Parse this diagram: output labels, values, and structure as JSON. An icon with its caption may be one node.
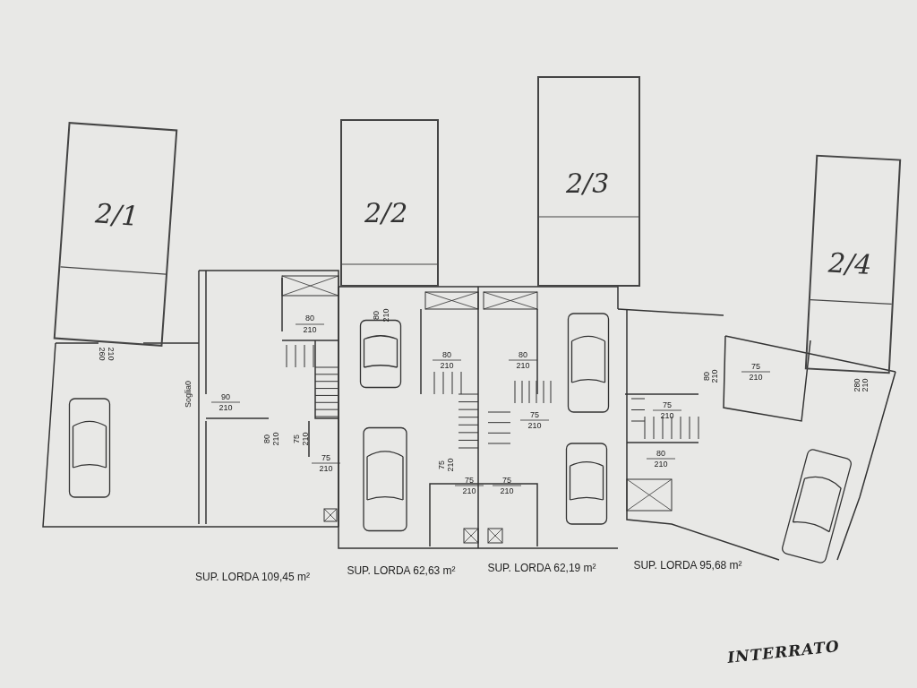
{
  "diagram": {
    "nodes": [
      {
        "text": [
          "2/1"
        ]
      },
      {
        "text": [
          "2/2"
        ]
      },
      {
        "text": [
          "2/3"
        ]
      },
      {
        "text": [
          "2/4"
        ]
      }
    ],
    "labels": [
      "80",
      "210",
      "80",
      "210",
      "80",
      "210",
      "80",
      "210",
      "260",
      "210",
      "80",
      "210",
      "75",
      "210",
      "280",
      "210",
      "Soglia0",
      "90",
      "210",
      "75",
      "210",
      "75",
      "210",
      "80",
      "210",
      "75",
      "210",
      "75",
      "210",
      "80",
      "210",
      "75",
      "210",
      "75",
      "210",
      "75",
      "210",
      "SUP. LORDA 109,45 m²",
      "SUP. LORDA 62,63 m²",
      "SUP. LORDA 62,19 m²",
      "SUP. LORDA 95,68 m²",
      "INTERRATO"
    ]
  }
}
